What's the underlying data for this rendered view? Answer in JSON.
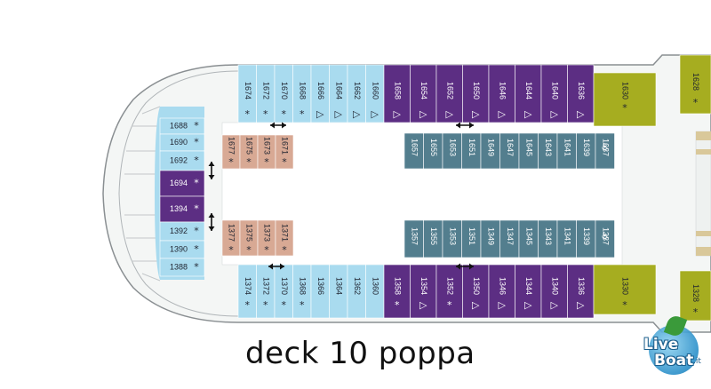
{
  "title": "deck 10 poppa",
  "logo": {
    "line1": "Live",
    "line2": "Boat",
    "suffix": ".it"
  },
  "colors": {
    "balcony": "#a9dbef",
    "suite": "#5c2e83",
    "interior": "#d8a994",
    "oceanview": "#537e8e",
    "grand_suite": "#a6ad20",
    "hull": "#f4f6f5",
    "outline": "#8a8f92"
  },
  "cabins": {
    "top_outer": [
      {
        "n": "1674",
        "s": "*",
        "c": "balcony"
      },
      {
        "n": "1672",
        "s": "*",
        "c": "balcony"
      },
      {
        "n": "1670",
        "s": "*",
        "c": "balcony"
      },
      {
        "n": "1668",
        "s": "*",
        "c": "balcony"
      },
      {
        "n": "1666",
        "s": "▷",
        "c": "balcony"
      },
      {
        "n": "1664",
        "s": "▷",
        "c": "balcony"
      },
      {
        "n": "1662",
        "s": "▷",
        "c": "balcony"
      },
      {
        "n": "1660",
        "s": "▷",
        "c": "balcony"
      },
      {
        "n": "1658",
        "s": "▷",
        "c": "suite"
      },
      {
        "n": "1654",
        "s": "▷",
        "c": "suite"
      },
      {
        "n": "1652",
        "s": "▷",
        "c": "suite"
      },
      {
        "n": "1650",
        "s": "▷",
        "c": "suite"
      },
      {
        "n": "1646",
        "s": "▷",
        "c": "suite"
      },
      {
        "n": "1644",
        "s": "▷",
        "c": "suite"
      },
      {
        "n": "1640",
        "s": "▷",
        "c": "suite"
      },
      {
        "n": "1636",
        "s": "▷",
        "c": "suite"
      },
      {
        "n": "1630",
        "s": "*",
        "c": "grand_suite"
      }
    ],
    "top_inner_interior": [
      {
        "n": "1677",
        "s": "*"
      },
      {
        "n": "1675",
        "s": "*"
      },
      {
        "n": "1673",
        "s": "*"
      },
      {
        "n": "1671",
        "s": "*"
      }
    ],
    "top_inner_ocean": [
      {
        "n": "1657",
        "s": ""
      },
      {
        "n": "1655",
        "s": ""
      },
      {
        "n": "1653",
        "s": ""
      },
      {
        "n": "1651",
        "s": ""
      },
      {
        "n": "1649",
        "s": ""
      },
      {
        "n": "1647",
        "s": ""
      },
      {
        "n": "1645",
        "s": ""
      },
      {
        "n": "1643",
        "s": ""
      },
      {
        "n": "1641",
        "s": ""
      },
      {
        "n": "1639",
        "s": ""
      },
      {
        "n": "1637",
        "s": "♿"
      }
    ],
    "bottom_inner_interior": [
      {
        "n": "1377",
        "s": "*"
      },
      {
        "n": "1375",
        "s": "*"
      },
      {
        "n": "1373",
        "s": "*"
      },
      {
        "n": "1371",
        "s": "*"
      }
    ],
    "bottom_inner_ocean": [
      {
        "n": "1357",
        "s": ""
      },
      {
        "n": "1355",
        "s": ""
      },
      {
        "n": "1353",
        "s": ""
      },
      {
        "n": "1351",
        "s": ""
      },
      {
        "n": "1349",
        "s": ""
      },
      {
        "n": "1347",
        "s": ""
      },
      {
        "n": "1345",
        "s": ""
      },
      {
        "n": "1343",
        "s": ""
      },
      {
        "n": "1341",
        "s": ""
      },
      {
        "n": "1339",
        "s": ""
      },
      {
        "n": "1337",
        "s": "♿"
      }
    ],
    "bottom_outer": [
      {
        "n": "1374",
        "s": "*",
        "c": "balcony"
      },
      {
        "n": "1372",
        "s": "*",
        "c": "balcony"
      },
      {
        "n": "1370",
        "s": "*",
        "c": "balcony"
      },
      {
        "n": "1368",
        "s": "*",
        "c": "balcony"
      },
      {
        "n": "1366",
        "s": "",
        "c": "balcony"
      },
      {
        "n": "1364",
        "s": "",
        "c": "balcony"
      },
      {
        "n": "1362",
        "s": "",
        "c": "balcony"
      },
      {
        "n": "1360",
        "s": "",
        "c": "balcony"
      },
      {
        "n": "1358",
        "s": "*",
        "c": "suite"
      },
      {
        "n": "1354",
        "s": "▷",
        "c": "suite"
      },
      {
        "n": "1352",
        "s": "*",
        "c": "suite"
      },
      {
        "n": "1350",
        "s": "▷",
        "c": "suite"
      },
      {
        "n": "1346",
        "s": "▷",
        "c": "suite"
      },
      {
        "n": "1344",
        "s": "▷",
        "c": "suite"
      },
      {
        "n": "1340",
        "s": "▷",
        "c": "suite"
      },
      {
        "n": "1336",
        "s": "▷",
        "c": "suite"
      },
      {
        "n": "1330",
        "s": "*",
        "c": "grand_suite"
      }
    ],
    "stern": [
      {
        "n": "1688",
        "s": "*",
        "c": "balcony"
      },
      {
        "n": "1690",
        "s": "*",
        "c": "balcony"
      },
      {
        "n": "1692",
        "s": "*",
        "c": "balcony"
      },
      {
        "n": "1694",
        "s": "*",
        "c": "suite"
      },
      {
        "n": "1394",
        "s": "*",
        "c": "suite"
      },
      {
        "n": "1392",
        "s": "*",
        "c": "balcony"
      },
      {
        "n": "1390",
        "s": "*",
        "c": "balcony"
      },
      {
        "n": "1388",
        "s": "*",
        "c": "balcony"
      }
    ],
    "edge_top": {
      "n": "1628",
      "s": "*"
    },
    "edge_bottom": {
      "n": "1328",
      "s": "*"
    }
  }
}
